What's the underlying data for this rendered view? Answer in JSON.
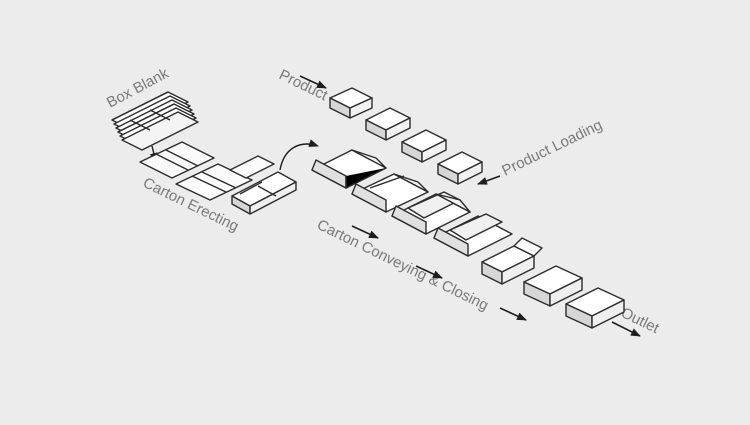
{
  "labels": {
    "box_blank": "Box Blank",
    "product": "Product",
    "product_loading": "Product Loading",
    "carton_erecting": "Carton Erecting",
    "carton_conveying_closing": "Carton Conveying & Closing",
    "outlet": "Outlet"
  },
  "colors": {
    "background": "#ececec",
    "label": "#7a7a7a",
    "line": "#2b2b2b",
    "face_light": "#ffffff",
    "face_mid": "#f2f2f2",
    "face_dark": "#d6d6d6"
  },
  "icons": [
    "flow-arrow-icon",
    "transfer-arrow-icon"
  ]
}
